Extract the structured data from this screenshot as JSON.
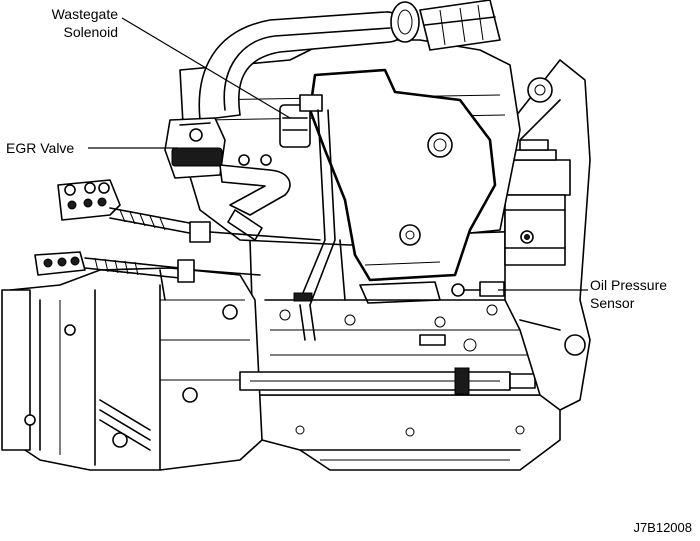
{
  "callouts": {
    "wastegate_solenoid": {
      "line1": "Wastegate",
      "line2": "Solenoid"
    },
    "egr_valve": "EGR Valve",
    "oil_pressure_sensor": {
      "line1": "Oil Pressure",
      "line2": "Sensor"
    }
  },
  "figure_code": "J7B12008"
}
